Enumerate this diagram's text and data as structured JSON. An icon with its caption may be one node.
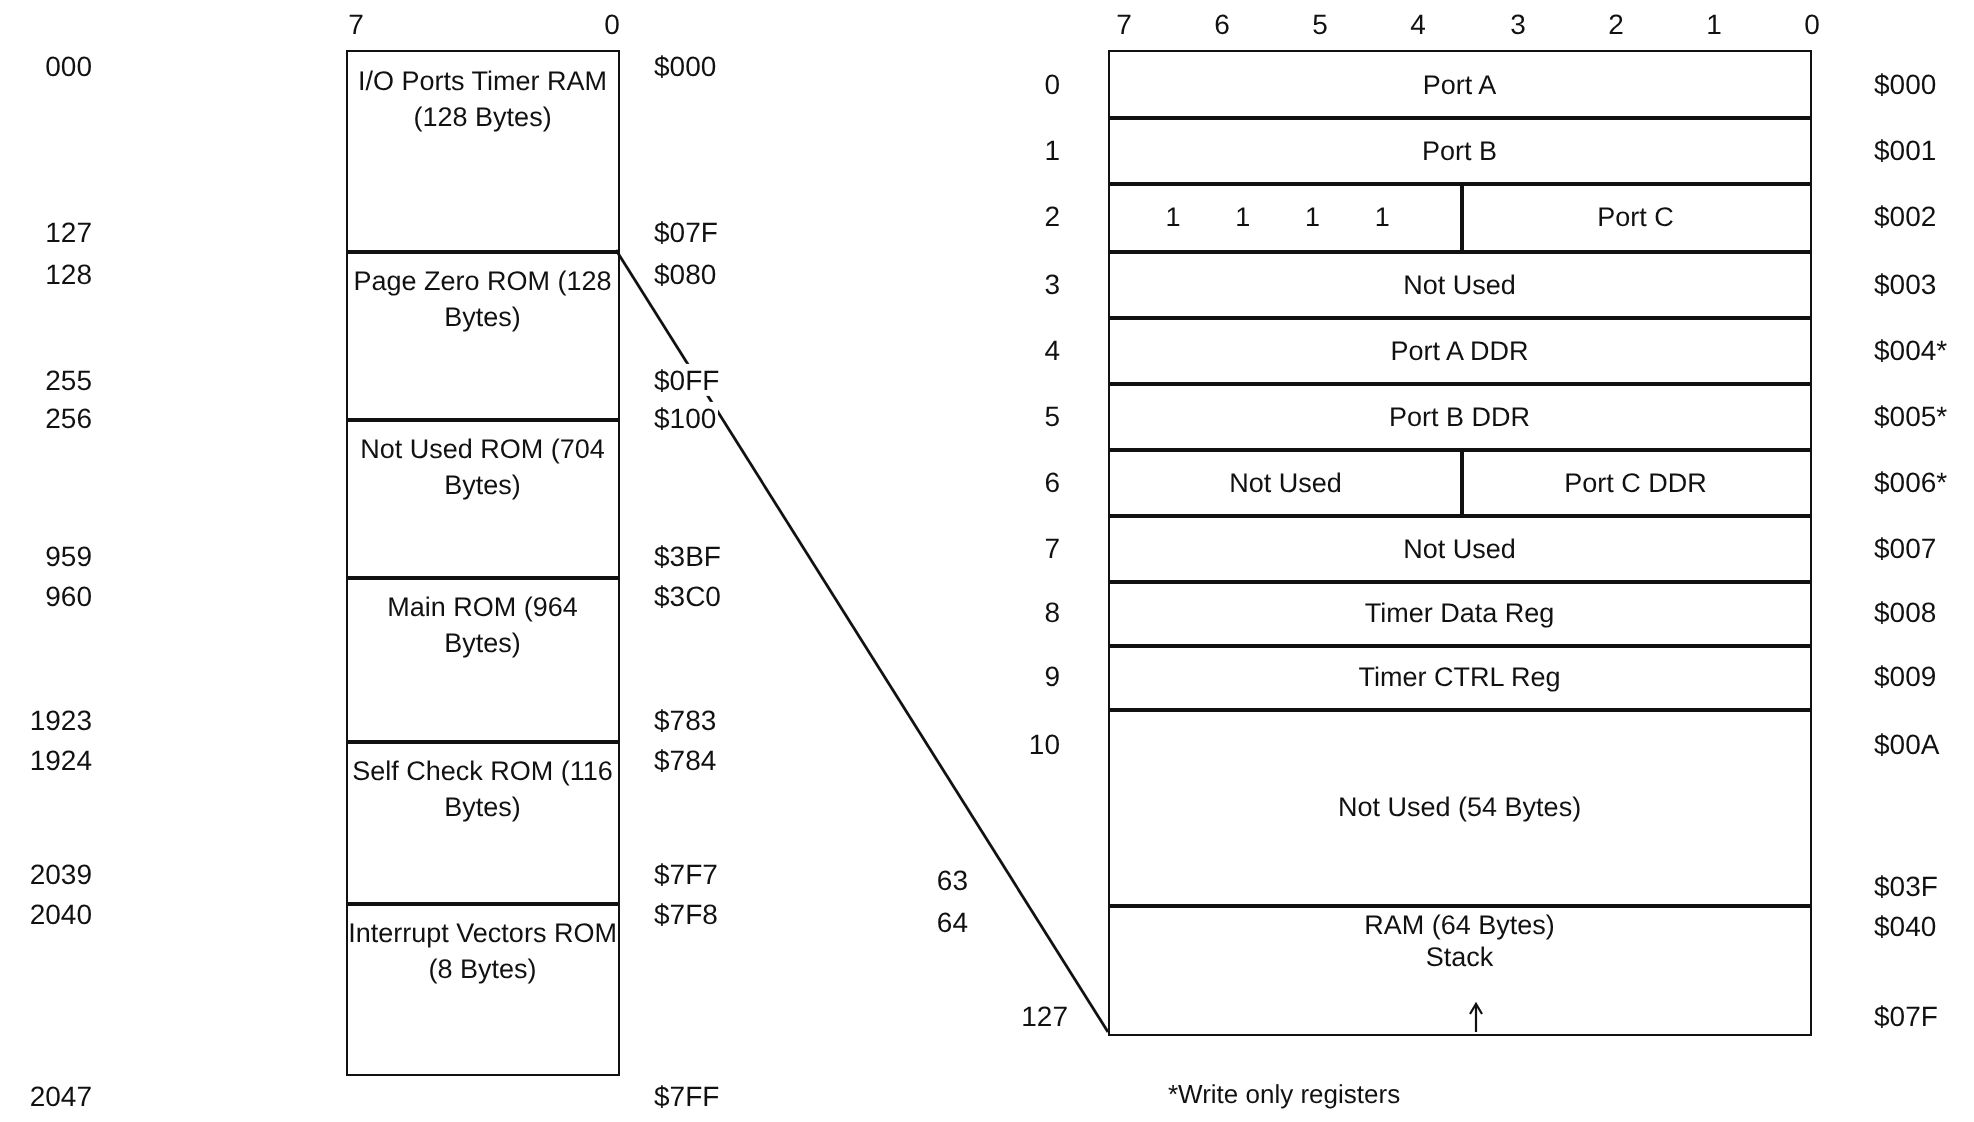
{
  "diagram": {
    "nodes": [
      {
        "text": [
          "I/O Ports Timer RAM (128 Bytes)"
        ]
      },
      {
        "text": [
          "Page Zero ROM (128 Bytes)"
        ]
      },
      {
        "text": [
          "Not Used ROM (704 Bytes)"
        ]
      },
      {
        "text": [
          "Main ROM (964 Bytes)"
        ]
      },
      {
        "text": [
          "Self Check ROM (116 Bytes)"
        ]
      },
      {
        "text": [
          "Interrupt Vectors ROM (8 Bytes)"
        ]
      },
      {
        "text": [
          "Port A"
        ]
      },
      {
        "text": [
          "Port B"
        ]
      },
      {
        "text": [
          "1",
          "1",
          "1",
          "1"
        ]
      },
      {
        "text": [
          "Port C"
        ]
      },
      {
        "text": [
          "Not Used"
        ]
      },
      {
        "text": [
          "Port A DDR"
        ]
      },
      {
        "text": [
          "Port B DDR"
        ]
      },
      {
        "text": [
          "Not Used"
        ]
      },
      {
        "text": [
          "Port C DDR"
        ]
      },
      {
        "text": [
          "Not Used"
        ]
      },
      {
        "text": [
          "Timer Data Reg"
        ]
      },
      {
        "text": [
          "Timer CTRL Reg"
        ]
      },
      {
        "text": [
          "Not Used (54 Bytes)"
        ]
      },
      {
        "text": [
          "RAM (64 Bytes)",
          "Stack"
        ]
      }
    ],
    "edges": [
      {
        "from": 0,
        "to": 19,
        "arrow": "none"
      }
    ],
    "labels": [
      "7",
      "0",
      "000",
      "$000",
      "127",
      "$07F",
      "128",
      "$080",
      "255",
      "$0FF",
      "256",
      "$100",
      "959",
      "$3BF",
      "960",
      "$3C0",
      "1923",
      "$783",
      "1924",
      "$784",
      "2039",
      "$7F7",
      "2040",
      "$7F8",
      "2047",
      "$7FF",
      "7",
      "6",
      "5",
      "4",
      "3",
      "2",
      "1",
      "0",
      "0",
      "$000",
      "1",
      "$001",
      "2",
      "$002",
      "3",
      "$003",
      "4",
      "$004*",
      "5",
      "$005*",
      "6",
      "$006*",
      "7",
      "$007",
      "8",
      "$008",
      "9",
      "$009",
      "10",
      "$00A",
      "63",
      "$03F",
      "64",
      "$040",
      "127",
      "$07F",
      "*Write only registers"
    ]
  }
}
